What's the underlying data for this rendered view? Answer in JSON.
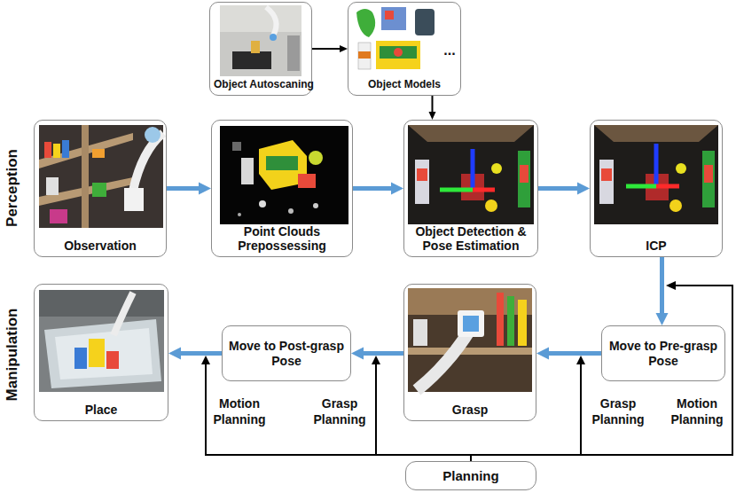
{
  "diagram": {
    "nodes": [
      {
        "text": [
          "Object Autoscaning"
        ]
      },
      {
        "text": [
          "Object Models"
        ]
      },
      {
        "text": [
          "Observation"
        ]
      },
      {
        "text": [
          "Point Clouds Prepossessing"
        ]
      },
      {
        "text": [
          "Object Detection & Pose Estimation"
        ]
      },
      {
        "text": [
          "ICP"
        ]
      },
      {
        "text": [
          "Move to Pre-grasp Pose"
        ]
      },
      {
        "text": [
          "Grasp"
        ]
      },
      {
        "text": [
          "Move to Post-grasp Pose"
        ]
      },
      {
        "text": [
          "Place"
        ]
      },
      {
        "text": [
          "Planning"
        ]
      }
    ],
    "edges": [
      {
        "from": 0,
        "to": 1,
        "arrow": "to"
      },
      {
        "from": 1,
        "to": 4,
        "arrow": "to"
      },
      {
        "from": 2,
        "to": 3,
        "arrow": "to"
      },
      {
        "from": 3,
        "to": 4,
        "arrow": "to"
      },
      {
        "from": 4,
        "to": 5,
        "arrow": "to"
      },
      {
        "from": 5,
        "to": 6,
        "arrow": "to"
      },
      {
        "from": 6,
        "to": 7,
        "arrow": "to"
      },
      {
        "from": 7,
        "to": 8,
        "arrow": "to"
      },
      {
        "from": 8,
        "to": 9,
        "arrow": "to"
      }
    ],
    "labels": [
      "...",
      "Perception",
      "Manipulation",
      "Motion Planning",
      "Grasp Planning",
      "Grasp Planning",
      "Motion Planning"
    ]
  }
}
